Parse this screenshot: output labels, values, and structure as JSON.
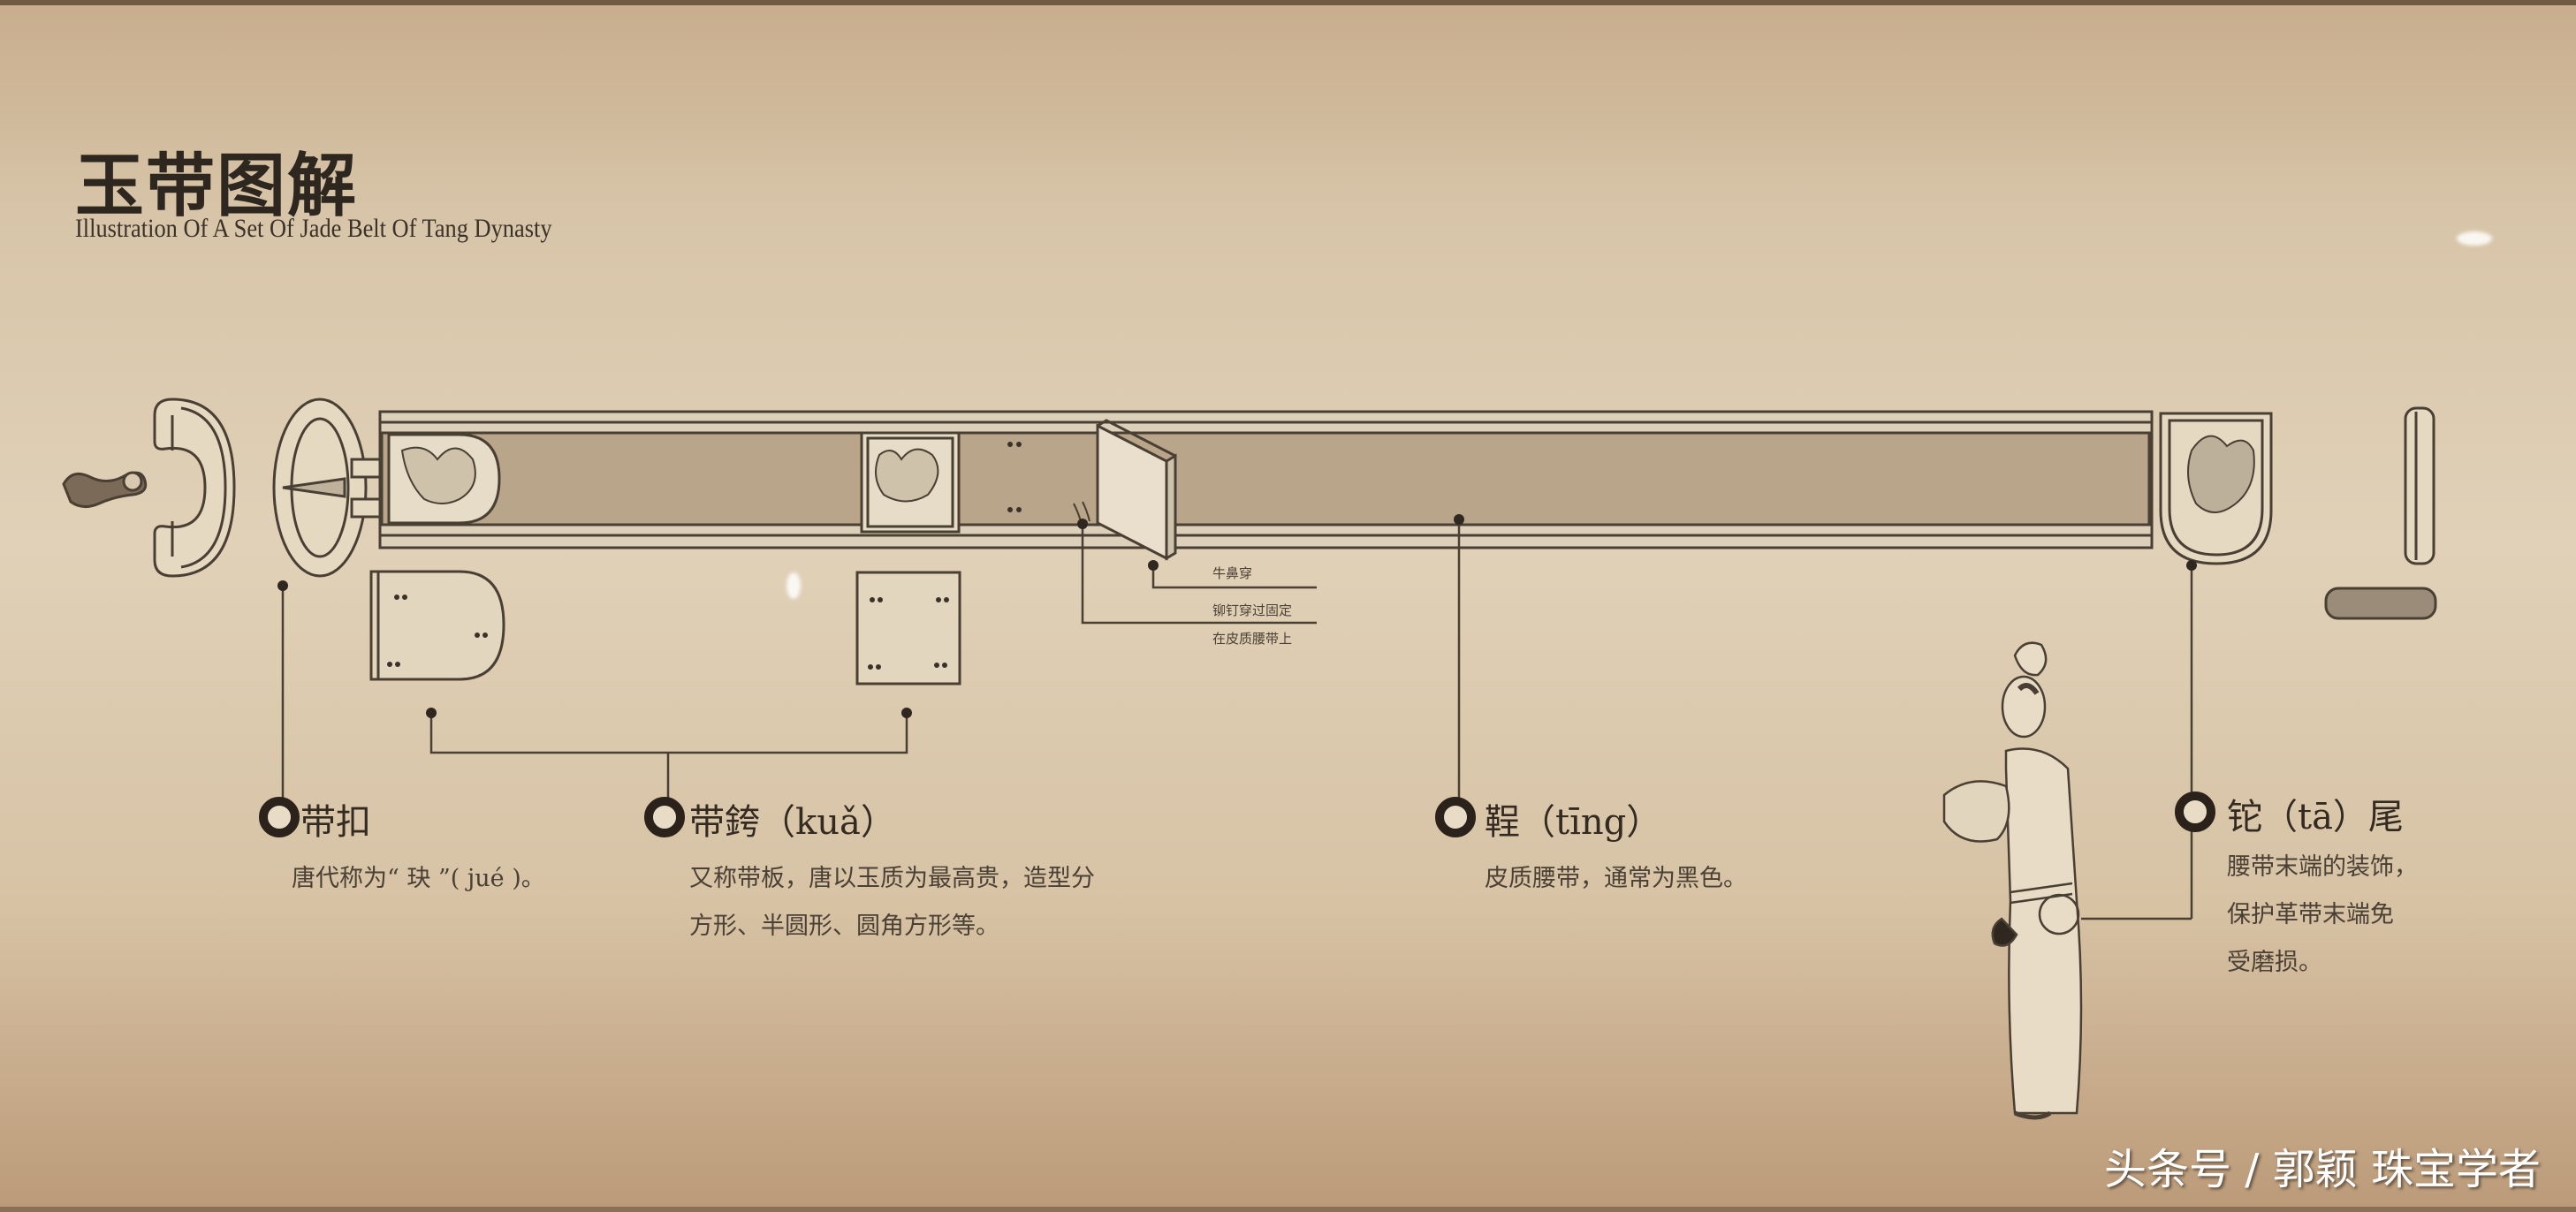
{
  "header": {
    "title": "玉带图解",
    "subtitle": "Illustration Of A Set Of Jade Belt Of Tang Dynasty"
  },
  "diagram": {
    "notes": {
      "niubichuan": "牛鼻穿",
      "rivet_line1": "铆钉穿过固定",
      "rivet_line2": "在皮质腰带上"
    }
  },
  "labels": [
    {
      "id": "buckle",
      "head": "带扣",
      "body": [
        "唐代称为“ 玦 ”( jué )。"
      ]
    },
    {
      "id": "kua",
      "head": "带銙（kuǎ）",
      "body": [
        "又称带板，唐以玉质为最高贵，造型分",
        "方形、半圆形、圆角方形等。"
      ]
    },
    {
      "id": "ting",
      "head": "鞓（tīng）",
      "body": [
        "皮质腰带，通常为黑色。"
      ]
    },
    {
      "id": "tawei",
      "head": "铊（tā）尾",
      "body": [
        "腰带末端的装饰，",
        "保护革带末端免",
        "受磨损。"
      ]
    }
  ],
  "watermark": "头条号 / 郭颖 珠宝学者",
  "colors": {
    "background": "#dccbb0",
    "ink": "#3d342a",
    "belt_band": "#b8a58a",
    "belt_frame": "#ddd0ba",
    "ring": "#2a221b"
  }
}
